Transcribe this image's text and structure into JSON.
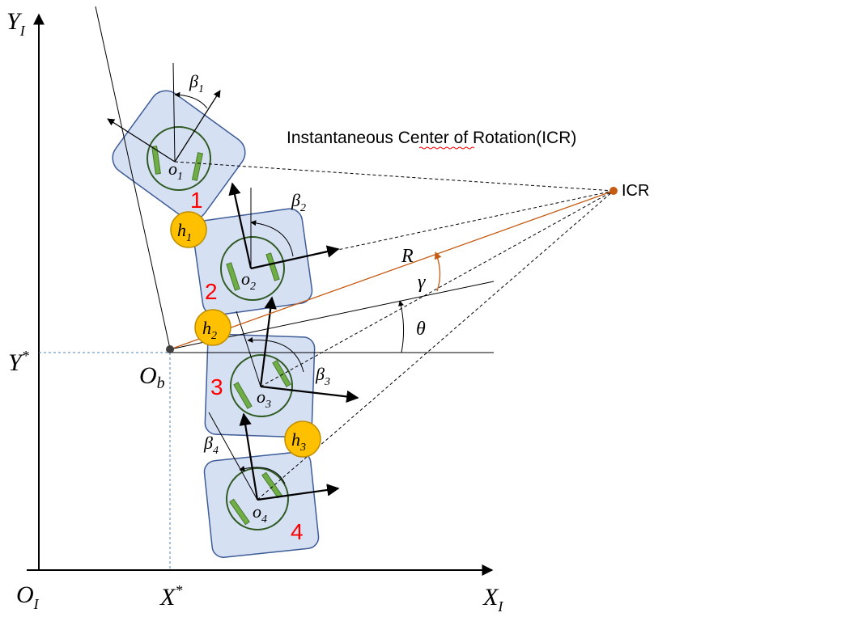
{
  "title": "Instantaneous Center of Rotation(ICR)",
  "axes": {
    "y_axis": "Y",
    "y_axis_sub": "I",
    "x_axis": "X",
    "x_axis_sub": "I",
    "origin": "O",
    "origin_sub": "I",
    "x_star": "X",
    "y_star": "Y",
    "star": "*"
  },
  "base_point": {
    "label": "O",
    "sub": "b"
  },
  "icr_label": "ICR",
  "symbols": {
    "R": "R",
    "gamma": "γ",
    "theta": "θ"
  },
  "modules": [
    {
      "number": "1",
      "center": "o",
      "sub": "1",
      "beta": "β",
      "beta_sub": "1"
    },
    {
      "number": "2",
      "center": "o",
      "sub": "2",
      "beta": "β",
      "beta_sub": "2"
    },
    {
      "number": "3",
      "center": "o",
      "sub": "3",
      "beta": "β",
      "beta_sub": "3"
    },
    {
      "number": "4",
      "center": "o",
      "sub": "4",
      "beta": "β",
      "beta_sub": "4"
    }
  ],
  "hitches": [
    {
      "label": "h",
      "sub": "1"
    },
    {
      "label": "h",
      "sub": "2"
    },
    {
      "label": "h",
      "sub": "3"
    }
  ],
  "colors": {
    "module_fill": "#d6e0f3",
    "module_stroke": "#3e5c97",
    "wheel": "#2f5a23",
    "roller": "#6fae47",
    "hitch": "#ffc000",
    "R_line": "#c55a11",
    "number": "#ff0000",
    "projection": "#4f81bd"
  }
}
